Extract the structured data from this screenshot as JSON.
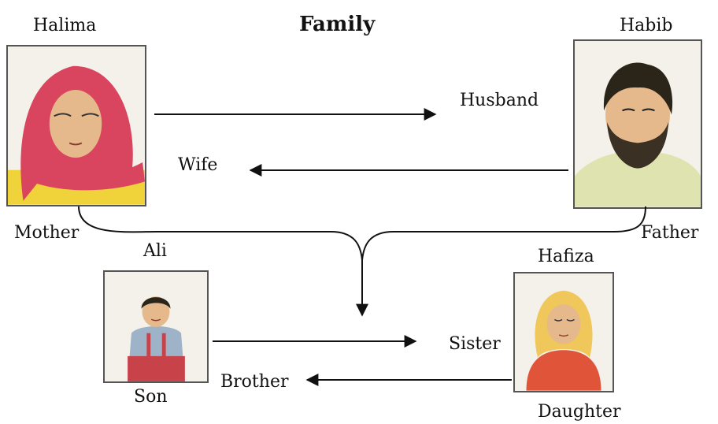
{
  "title": "Family",
  "people": {
    "halima": {
      "name": "Halima",
      "role": "Mother"
    },
    "habib": {
      "name": "Habib",
      "role": "Father"
    },
    "ali": {
      "name": "Ali",
      "role": "Son"
    },
    "hafiza": {
      "name": "Hafiza",
      "role": "Daughter"
    }
  },
  "relations": {
    "husband": "Husband",
    "wife": "Wife",
    "sister": "Sister",
    "brother": "Brother"
  },
  "colors": {
    "line": "#111111",
    "frame": "#555555",
    "hijab_red": "#d9455f",
    "yellow": "#f0d23a",
    "skin": "#e6b98c",
    "shirt_green": "#dfe3b0",
    "hafiza_hair": "#f0c75a",
    "hafiza_dress": "#e0553a"
  }
}
